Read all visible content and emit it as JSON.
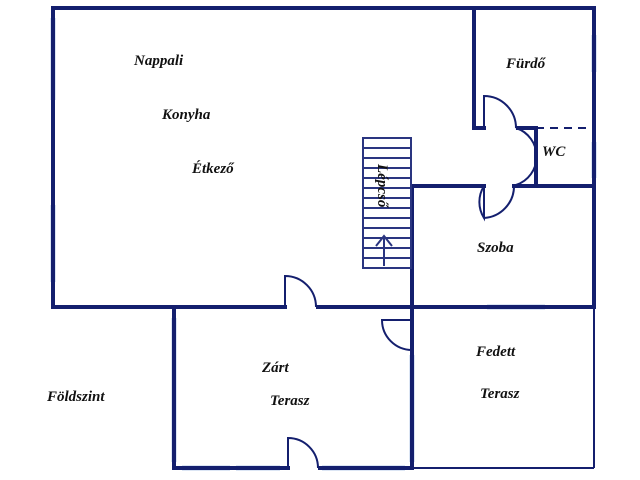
{
  "colors": {
    "wall": "#141f6e",
    "window": "#b7cbe8",
    "stair": "#2a3580",
    "text": "#111111",
    "background": "#ffffff"
  },
  "rooms": {
    "nappali": "Nappali",
    "konyha": "Konyha",
    "etkezo": "Étkező",
    "furdo": "Fürdő",
    "wc": "WC",
    "szoba": "Szoba",
    "lepcso": "Lépcső",
    "zart": "Zárt",
    "terasz_zart": "Terasz",
    "fedett": "Fedett",
    "terasz_fedett": "Terasz"
  },
  "floor": "Földszint"
}
